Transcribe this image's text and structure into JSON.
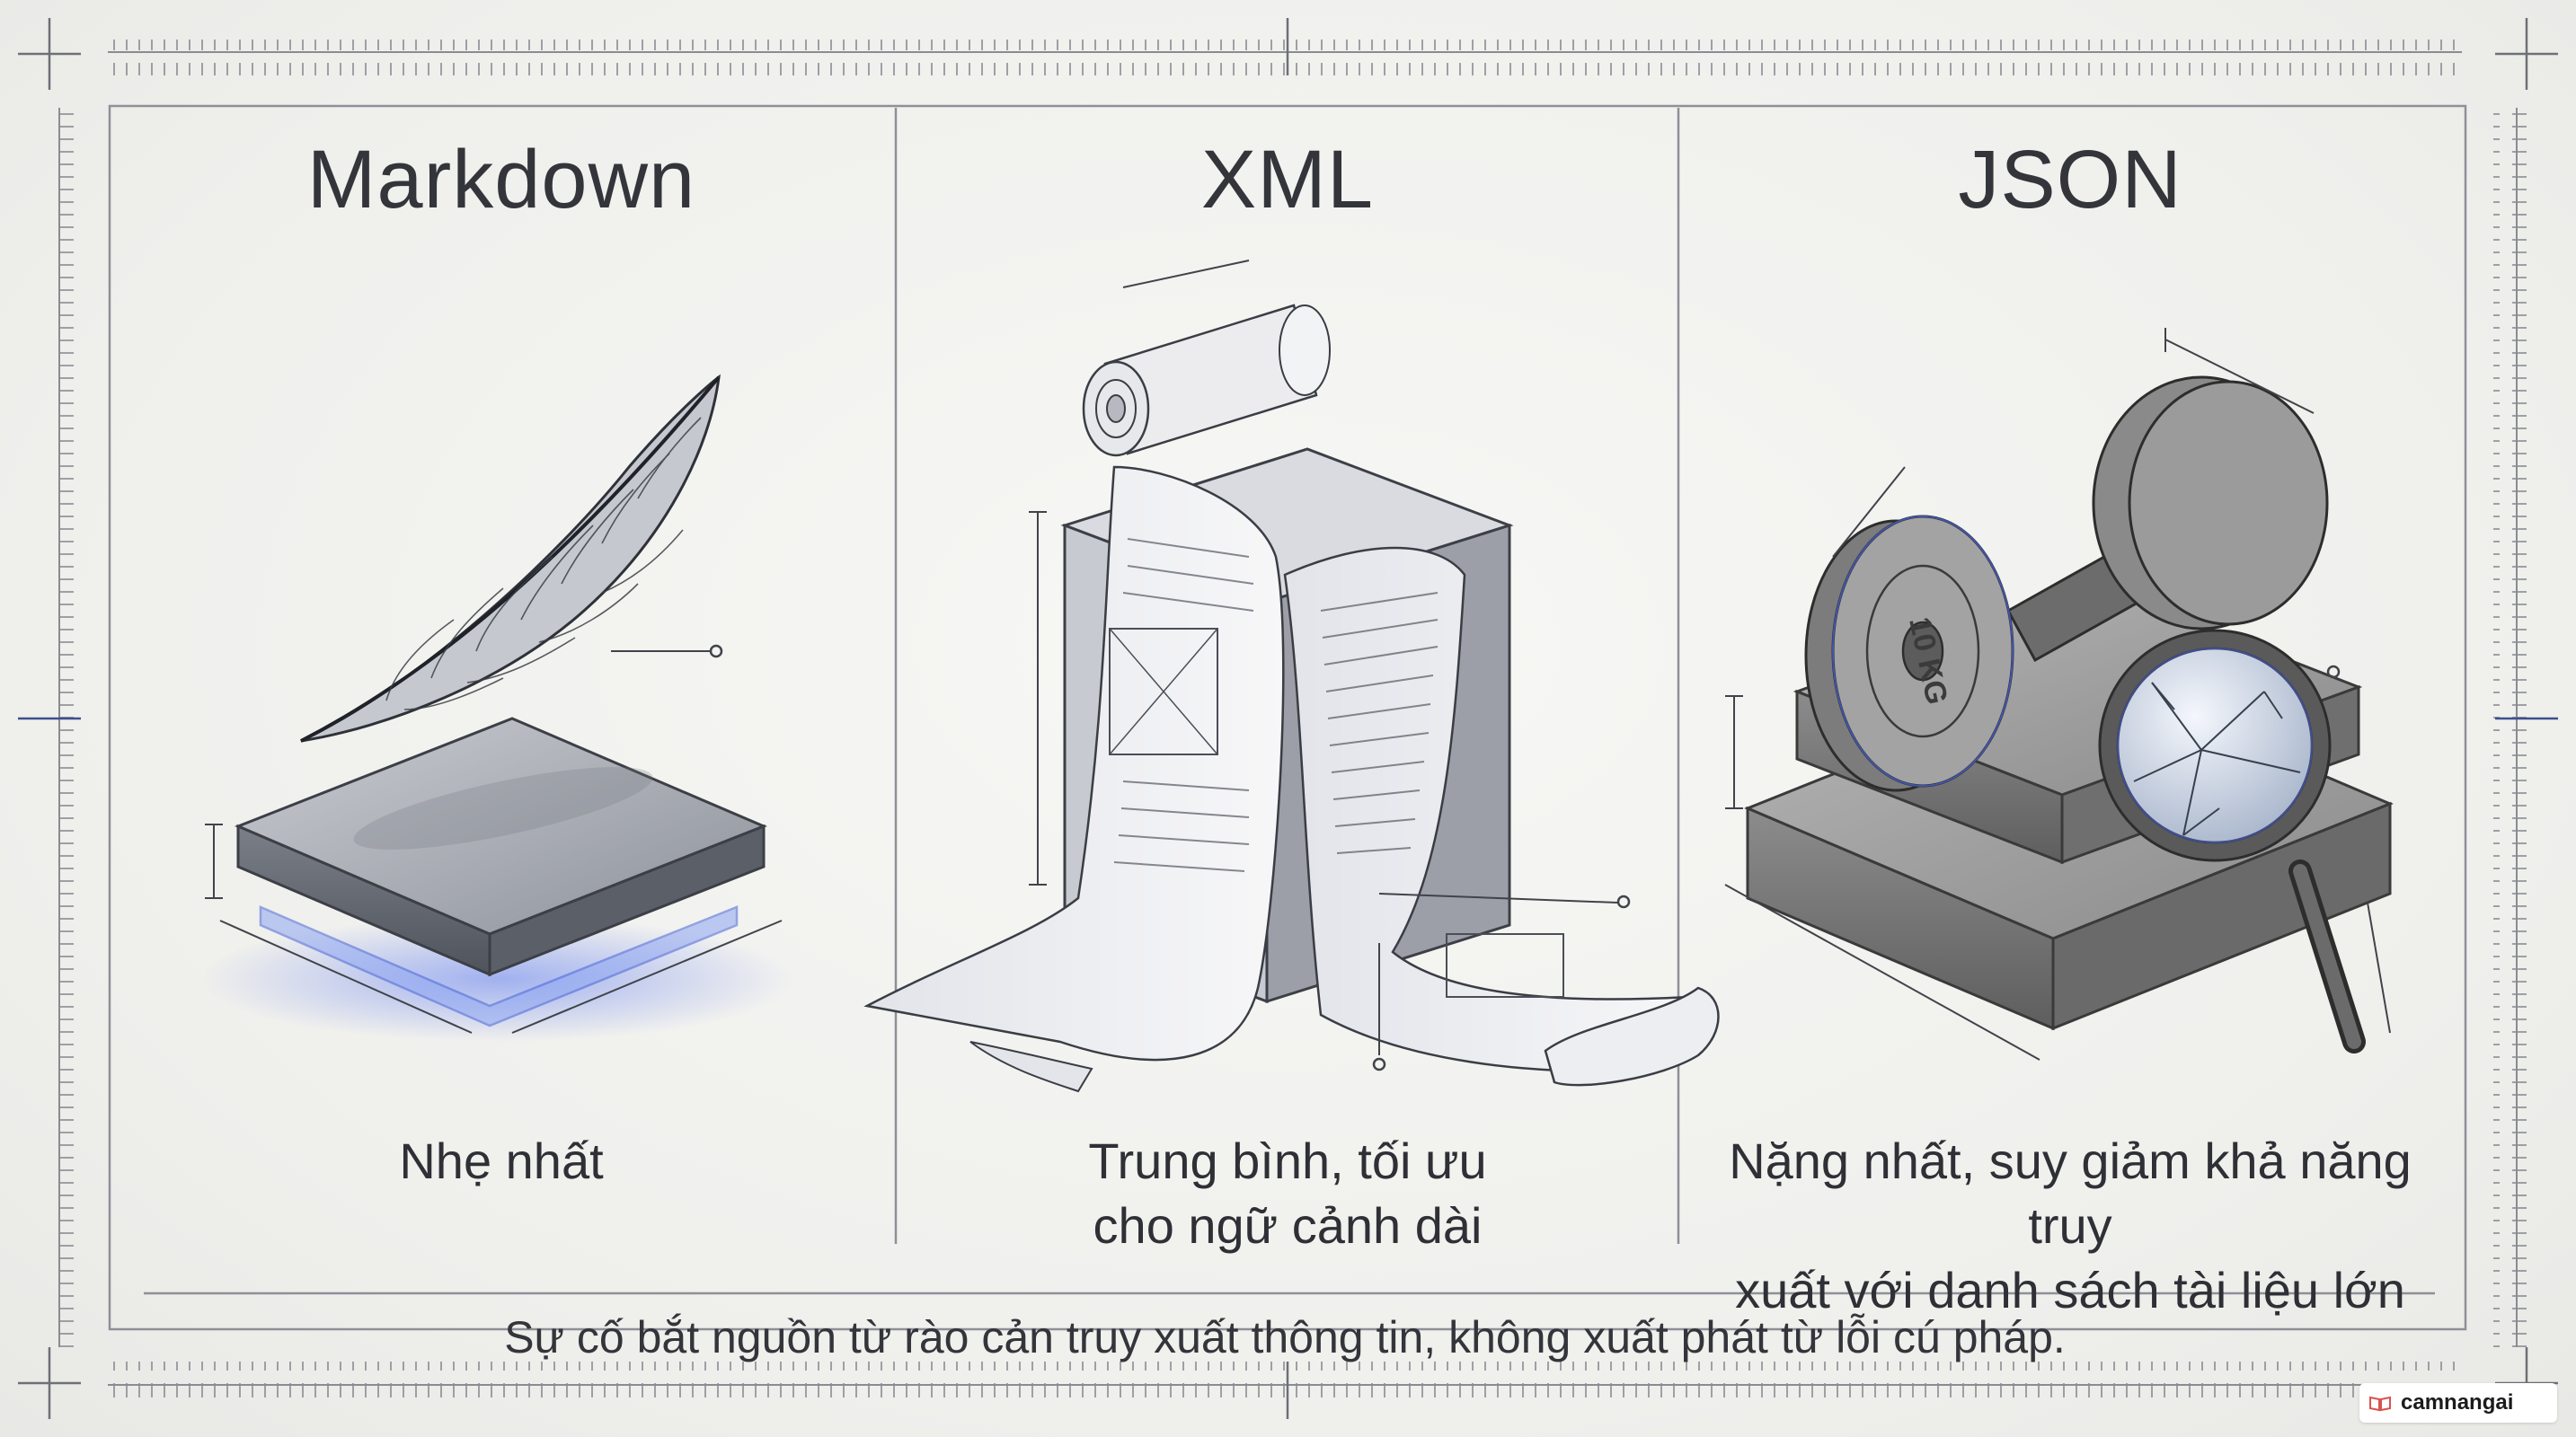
{
  "columns": [
    {
      "title": "Markdown",
      "caption_lines": [
        "Nhẹ nhất"
      ]
    },
    {
      "title": "XML",
      "caption_lines": [
        "Trung bình, tối ưu",
        "cho ngữ cảnh dài"
      ]
    },
    {
      "title": "JSON",
      "caption_lines": [
        "Nặng nhất, suy giảm khả năng truy",
        "xuất với danh sách tài liệu lớn"
      ]
    }
  ],
  "illustrations": {
    "col1": "feather-on-plate",
    "col2": "paper-scroll-on-block",
    "col3": "dumbbell-on-block-with-cracked-magnifier",
    "dumbbell_plate_text": "10 KG"
  },
  "footer_note": "Sự cố bắt nguồn từ rào cản truy xuất thông tin, không xuất phát từ lỗi cú pháp.",
  "watermark": {
    "text": "camnangai"
  },
  "colors": {
    "ink": "#34353b",
    "accent_blue": "#3b5bdb",
    "metal": "#6f7480"
  }
}
